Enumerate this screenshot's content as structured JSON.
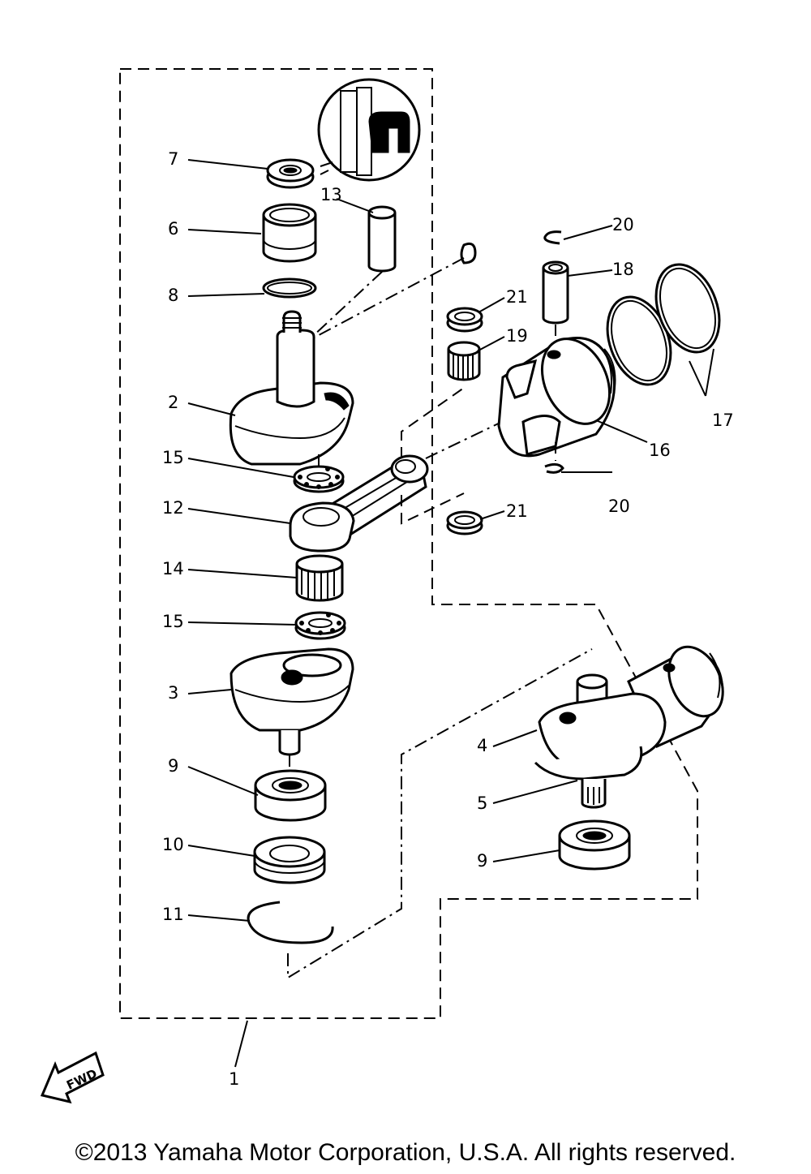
{
  "diagram": {
    "callouts": {
      "c1": "1",
      "c2": "2",
      "c3": "3",
      "c4": "4",
      "c5": "5",
      "c6": "6",
      "c7": "7",
      "c8": "8",
      "c9a": "9",
      "c9b": "9",
      "c10": "10",
      "c11": "11",
      "c12": "12",
      "c13": "13",
      "c14": "14",
      "c15a": "15",
      "c15b": "15",
      "c16": "16",
      "c17": "17",
      "c18": "18",
      "c19": "19",
      "c20a": "20",
      "c20b": "20",
      "c21a": "21",
      "c21b": "21"
    },
    "fwd_label": "FWD",
    "copyright": "©2013 Yamaha Motor Corporation, U.S.A. All rights reserved."
  }
}
